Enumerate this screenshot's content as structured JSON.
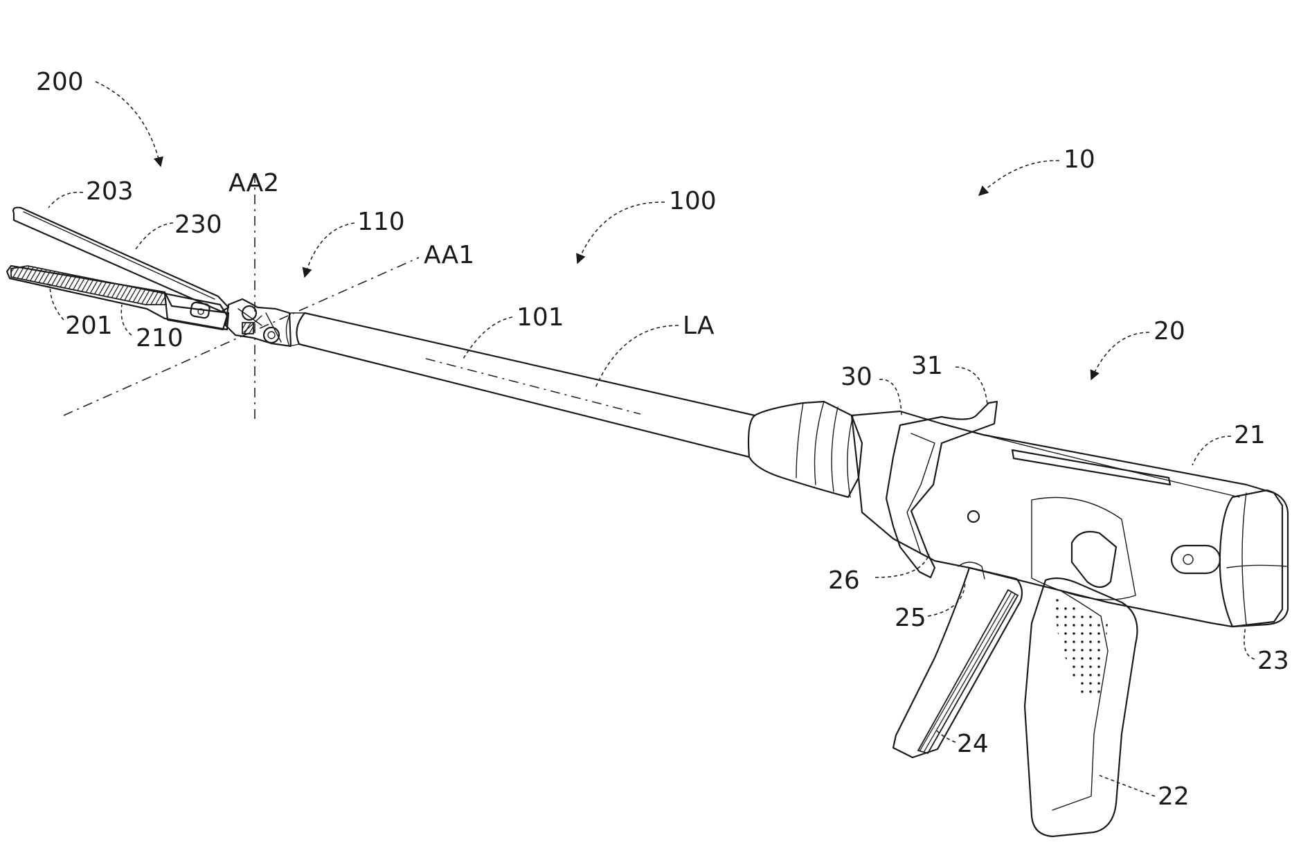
{
  "figure": {
    "labels": {
      "l200": "200",
      "l203": "203",
      "l230": "230",
      "lAA2": "AA2",
      "l110": "110",
      "lAA1": "AA1",
      "l201": "201",
      "l210": "210",
      "l100": "100",
      "l101": "101",
      "lLA": "LA",
      "l10": "10",
      "l20": "20",
      "l30": "30",
      "l31": "31",
      "l21": "21",
      "l26": "26",
      "l25": "25",
      "l23": "23",
      "l24": "24",
      "l22": "22"
    }
  }
}
